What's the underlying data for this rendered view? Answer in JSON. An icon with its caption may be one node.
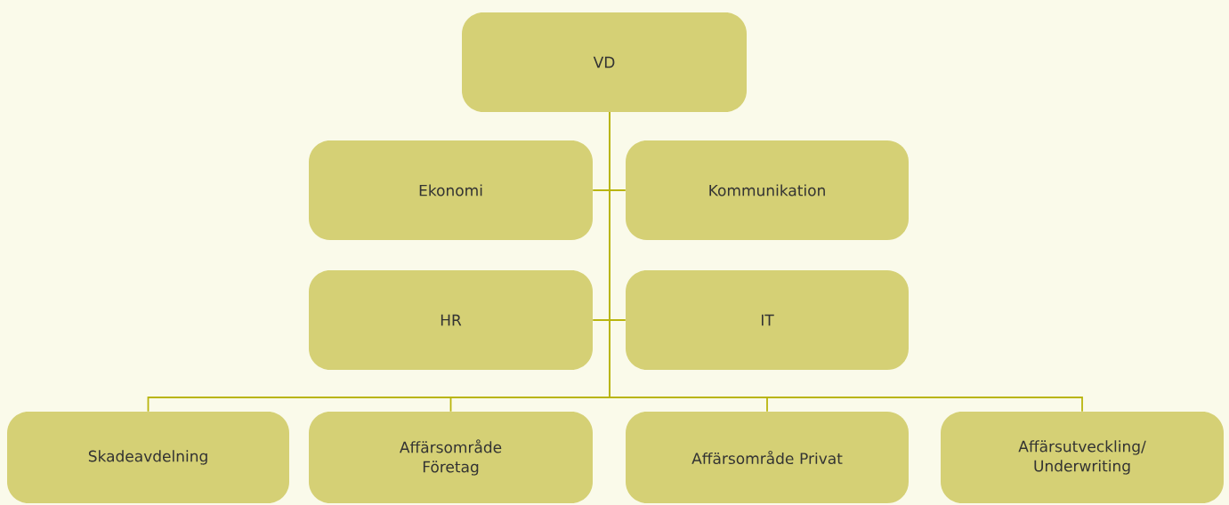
{
  "diagram": {
    "nodes": [
      {
        "text": [
          "VD"
        ]
      },
      {
        "text": [
          "Ekonomi"
        ]
      },
      {
        "text": [
          "Kommunikation"
        ]
      },
      {
        "text": [
          "HR"
        ]
      },
      {
        "text": [
          "IT"
        ]
      },
      {
        "text": [
          "Skadeavdelning"
        ]
      },
      {
        "text": [
          "Affärsområde Företag"
        ]
      },
      {
        "text": [
          "Affärsområde Privat"
        ]
      },
      {
        "text": [
          "Affärsutveckling/ Underwriting"
        ]
      }
    ],
    "edges": [
      {
        "from": 0,
        "to": 1,
        "arrow": "none"
      },
      {
        "from": 0,
        "to": 2,
        "arrow": "none"
      },
      {
        "from": 0,
        "to": 3,
        "arrow": "none"
      },
      {
        "from": 0,
        "to": 4,
        "arrow": "none"
      },
      {
        "from": 0,
        "to": 5,
        "arrow": "none"
      },
      {
        "from": 0,
        "to": 6,
        "arrow": "none"
      },
      {
        "from": 0,
        "to": 7,
        "arrow": "none"
      },
      {
        "from": 0,
        "to": 8,
        "arrow": "none"
      }
    ]
  }
}
